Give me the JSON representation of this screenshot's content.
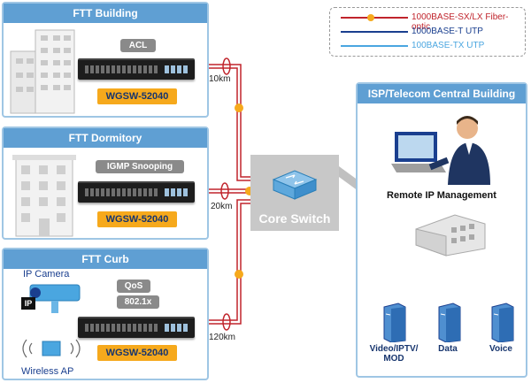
{
  "legend": {
    "fiber_label": "1000BASE-SX/LX Fiber-optic",
    "utp1000_label": "1000BASE-T UTP",
    "utp100_label": "100BASE-TX UTP",
    "fiber_color": "#c0242c",
    "utp1000_color": "#1a3f8f",
    "utp100_color": "#4aa6e0"
  },
  "building": {
    "title": "FTT Building",
    "feature": "ACL",
    "model": "WGSW-52040",
    "distance": "10km"
  },
  "dormitory": {
    "title": "FTT Dormitory",
    "feature": "IGMP Snooping",
    "model": "WGSW-52040",
    "distance": "20km"
  },
  "curb": {
    "title": "FTT Curb",
    "feature1": "QoS",
    "feature2": "802.1x",
    "model": "WGSW-52040",
    "distance": "120km",
    "camera_label": "IP Camera",
    "camera_badge": "IP",
    "ap_label": "Wireless AP"
  },
  "core": {
    "label": "Core Switch"
  },
  "isp": {
    "title": "ISP/Telecom Central Building",
    "remote_label": "Remote IP Management",
    "server1_label": "Video/IPTV/\nMOD",
    "server2_label": "Data",
    "server3_label": "Voice"
  }
}
